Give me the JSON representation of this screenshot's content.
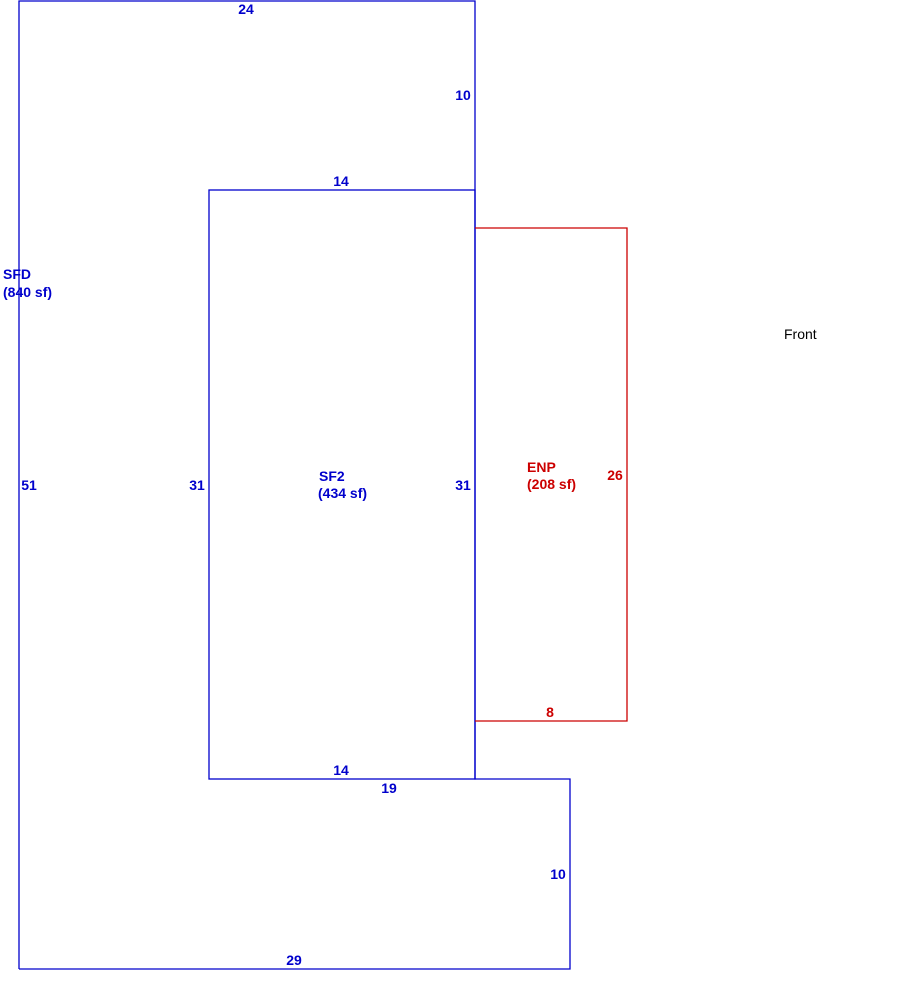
{
  "orientation_label": "Front",
  "areas": {
    "sfd": {
      "name": "SFD",
      "area": "(840 sf)",
      "color": "#0000cc"
    },
    "sf2": {
      "name": "SF2",
      "area": "(434 sf)",
      "color": "#0000cc"
    },
    "enp": {
      "name": "ENP",
      "area": "(208 sf)",
      "color": "#cc0000"
    }
  },
  "dimensions": {
    "sfd_top": "24",
    "sfd_right_upper": "10",
    "sfd_left": "51",
    "sfd_step_top": "19",
    "sfd_right_lower": "10",
    "sfd_bottom": "29",
    "sf2_top": "14",
    "sf2_left": "31",
    "sf2_right": "31",
    "sf2_bottom": "14",
    "enp_right": "26",
    "enp_bottom": "8"
  }
}
